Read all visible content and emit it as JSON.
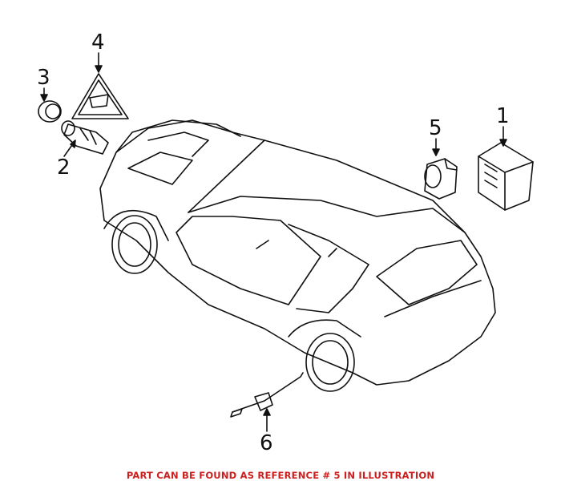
{
  "callouts": {
    "1": "1",
    "2": "2",
    "3": "3",
    "4": "4",
    "5": "5",
    "6": "6"
  },
  "note": "PART CAN BE FOUND AS REFERENCE # 5 IN ILLUSTRATION",
  "colors": {
    "note": "#cc1f1f",
    "line": "#111111"
  }
}
